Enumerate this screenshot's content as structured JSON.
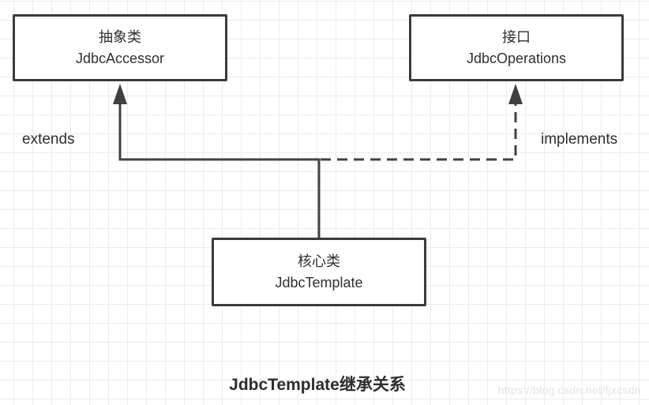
{
  "diagram": {
    "caption": "JdbcTemplate继承关系",
    "watermark": "https://blog.csdn.net/fjxcsdn",
    "nodes": [
      {
        "id": "jdbc-accessor",
        "stereotype": "抽象类",
        "name": "JdbcAccessor"
      },
      {
        "id": "jdbc-operations",
        "stereotype": "接口",
        "name": "JdbcOperations"
      },
      {
        "id": "jdbc-template",
        "stereotype": "核心类",
        "name": "JdbcTemplate"
      }
    ],
    "edges": [
      {
        "id": "extends-edge",
        "label": "extends",
        "style": "solid",
        "from": "jdbc-template",
        "to": "jdbc-accessor"
      },
      {
        "id": "implements-edge",
        "label": "implements",
        "style": "dashed",
        "from": "jdbc-template",
        "to": "jdbc-operations"
      }
    ],
    "colors": {
      "line": "#404040",
      "box_border": "#3b3b3b",
      "grid": "#ececec",
      "text": "#2d2d2d",
      "watermark": "#e3e3e3"
    }
  }
}
